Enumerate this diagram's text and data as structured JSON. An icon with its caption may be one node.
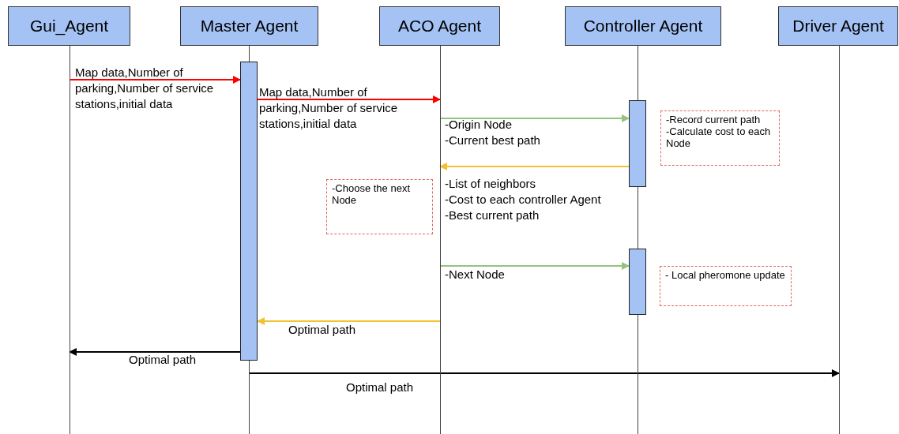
{
  "diagram": {
    "nodes": [
      {
        "text": [
          "Gui_Agent"
        ]
      },
      {
        "text": [
          "Master Agent"
        ]
      },
      {
        "text": [
          "ACO Agent"
        ]
      },
      {
        "text": [
          "Controller Agent"
        ]
      },
      {
        "text": [
          "Driver Agent"
        ]
      },
      {
        "text": [],
        "shape": "bar"
      },
      {
        "text": [],
        "shape": "bar"
      },
      {
        "text": [],
        "shape": "bar"
      },
      {
        "text": [
          "-Record current path",
          "-Calculate cost to each Node"
        ]
      },
      {
        "text": [
          "-Choose the next Node"
        ]
      },
      {
        "text": [
          "- Local pheromone update"
        ]
      },
      {
        "text": [],
        "shape": "line"
      },
      {
        "text": [],
        "shape": "line"
      },
      {
        "text": [],
        "shape": "line"
      },
      {
        "text": [],
        "shape": "line"
      },
      {
        "text": [],
        "shape": "line"
      }
    ],
    "edges": [
      {
        "from": 11,
        "to": 5,
        "arrow": "to",
        "color": "#ff0000",
        "label": "Map data,Number of parking,Number of service stations,initial data"
      },
      {
        "from": 5,
        "to": 13,
        "arrow": "to",
        "color": "#ff0000",
        "label": "Map data,Number of parking,Number of service stations,initial data"
      },
      {
        "from": 13,
        "to": 6,
        "arrow": "to",
        "color": "#93c47d",
        "label": "-Origin Node -Current best path"
      },
      {
        "from": 6,
        "to": 13,
        "arrow": "to",
        "color": "#f1c232",
        "label": "-List of neighbors -Cost to each controller Agent -Best current path"
      },
      {
        "from": 13,
        "to": 7,
        "arrow": "to",
        "color": "#93c47d",
        "label": "-Next Node"
      },
      {
        "from": 13,
        "to": 5,
        "arrow": "to",
        "color": "#f1c232",
        "label": "Optimal path"
      },
      {
        "from": 5,
        "to": 11,
        "arrow": "to",
        "color": "#000000",
        "label": "Optimal path"
      },
      {
        "from": 12,
        "to": 15,
        "arrow": "to",
        "color": "#000000",
        "label": "Optimal path"
      }
    ]
  }
}
